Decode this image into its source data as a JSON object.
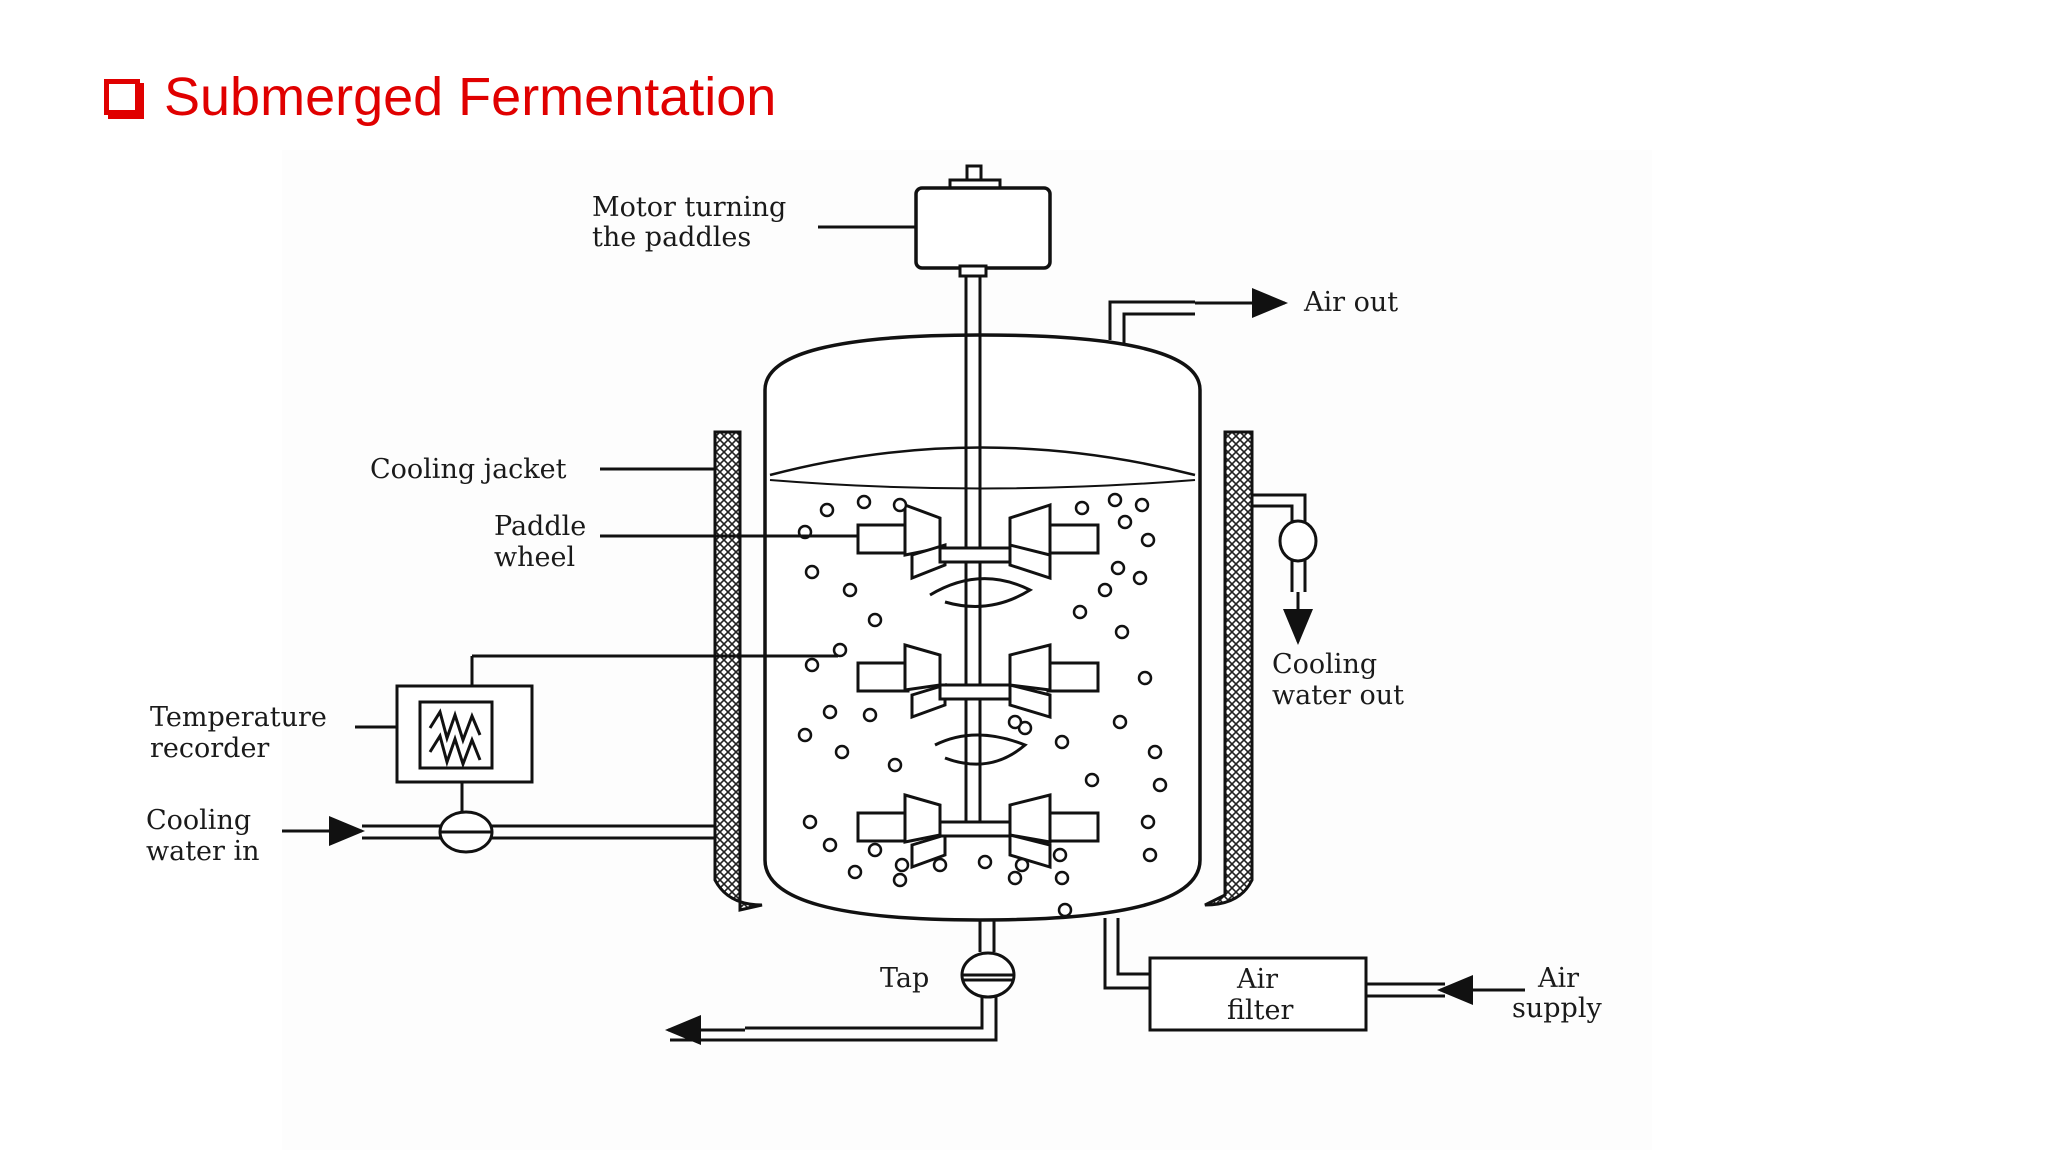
{
  "slide": {
    "title": "Submerged Fermentation",
    "title_color": "#e00000"
  },
  "diagram": {
    "labels": {
      "motor_line1": "Motor turning",
      "motor_line2": "the paddles",
      "air_out": "Air out",
      "cooling_jacket": "Cooling jacket",
      "paddle_line1": "Paddle",
      "paddle_line2": "wheel",
      "cooling_water_out_line1": "Cooling",
      "cooling_water_out_line2": "water out",
      "temperature_line1": "Temperature",
      "temperature_line2": "recorder",
      "cooling_water_in_line1": "Cooling",
      "cooling_water_in_line2": "water in",
      "tap": "Tap",
      "air_filter_line1": "Air",
      "air_filter_line2": "filter",
      "air_supply_line1": "Air",
      "air_supply_line2": "supply"
    }
  }
}
